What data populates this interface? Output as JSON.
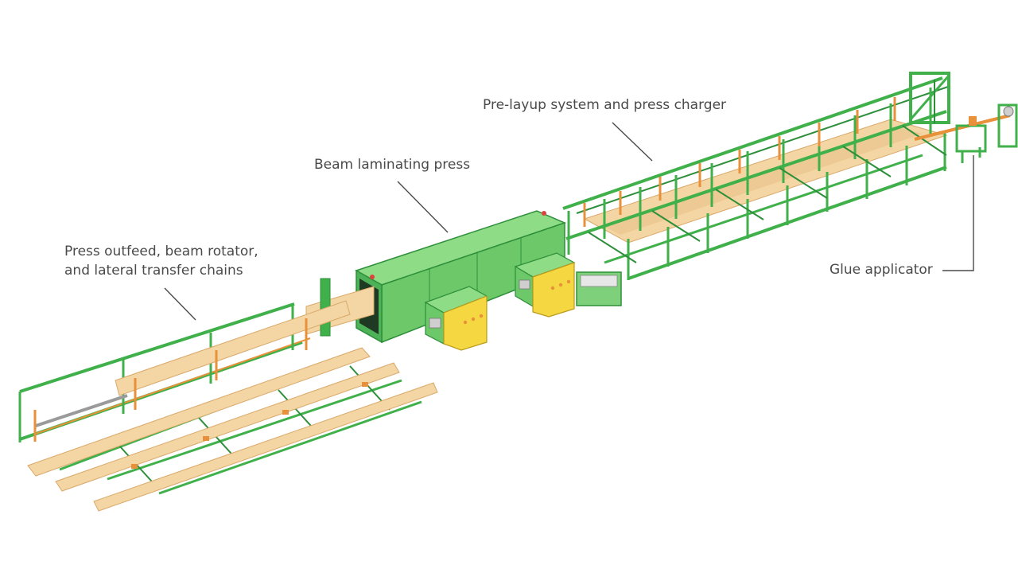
{
  "labels": {
    "prelayup": "Pre-layup system and press charger",
    "press": "Beam laminating press",
    "outfeed_line1": "Press outfeed, beam rotator,",
    "outfeed_line2": "and lateral transfer chains",
    "glue": "Glue applicator"
  },
  "colors": {
    "frame_green": "#3fb04a",
    "frame_dark_green": "#2e8f3a",
    "press_green": "#7fd07a",
    "press_dark": "#4db257",
    "wood": "#f3d6a4",
    "wood_dark": "#d9a86a",
    "orange_part": "#e8913a",
    "control_yellow": "#f5d742",
    "label_text": "#4a4a4a"
  }
}
